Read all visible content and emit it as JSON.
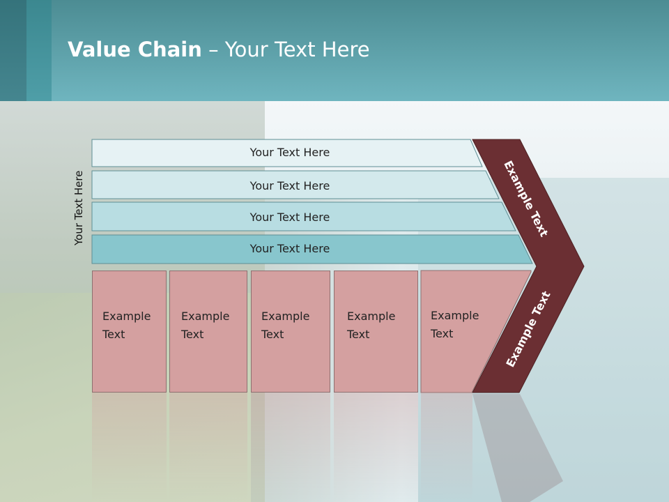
{
  "slide": {
    "title_bold": "Value Chain",
    "title_rest": " – Your Text Here"
  },
  "diagram": {
    "side_label": "Your Text Here",
    "bands": [
      {
        "label": "Your Text Here",
        "color": "#e6f2f4"
      },
      {
        "label": "Your Text Here",
        "color": "#d3e9ec"
      },
      {
        "label": "Your Text Here",
        "color": "#b8dde2"
      },
      {
        "label": "Your Text Here",
        "color": "#88c6cd"
      }
    ],
    "boxes": [
      {
        "line1": "Example",
        "line2": "Text"
      },
      {
        "line1": "Example",
        "line2": "Text"
      },
      {
        "line1": "Example",
        "line2": "Text"
      },
      {
        "line1": "Example",
        "line2": "Text"
      },
      {
        "line1": "Example",
        "line2": "Text"
      }
    ],
    "arrow_top_label": "Example Text",
    "arrow_bottom_label": "Example Text",
    "colors": {
      "arrow": "#6b2f33",
      "box_fill": "#d4a0a0",
      "box_border": "#8e7070",
      "header": "#5fa3ac"
    }
  }
}
